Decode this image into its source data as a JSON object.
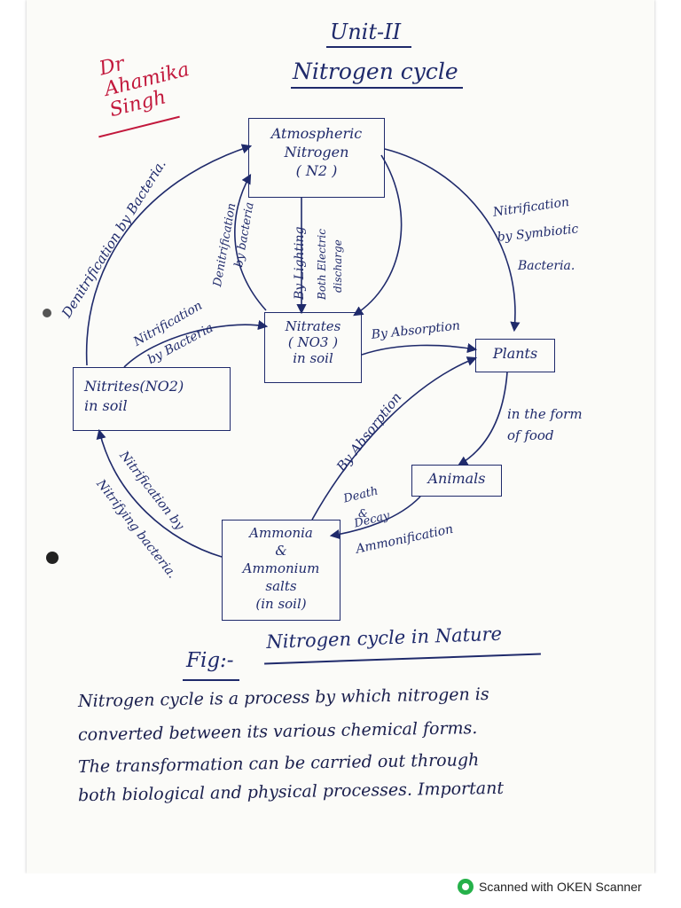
{
  "header": {
    "unit": "Unit-II",
    "title": "Nitrogen cycle",
    "author": "Dr Ahamika Singh"
  },
  "nodes": {
    "atmospheric": "Atmospheric\nNitrogen\n( N2 )",
    "nitrates": "Nitrates\n( NO3 )\nin soil",
    "nitrites": "Nitrites(NO2)\nin soil",
    "plants": "Plants",
    "animals": "Animals",
    "ammonia": "Ammonia\n&\nAmmonium\nsalts\n(in soil)"
  },
  "edges": {
    "denitrification_left": "Denitrification by Bacteria.",
    "denitrification_inner": "Denitrification",
    "by_bacteria_inner": "by bacteria",
    "by_lighting": "By Lighting",
    "electric": "Both Electric",
    "discharge": "discharge",
    "nitrification_top": "Nitrification",
    "nitrification_top2": "by Bacteria",
    "symbiotic1": "Nitrification",
    "symbiotic2": "by Symbiotic",
    "symbiotic3": "Bacteria.",
    "absorption1": "By Absorption",
    "absorption2": "By Absorption",
    "food1": "in the form",
    "food2": "of food",
    "death1": "Death",
    "death2": "&",
    "death3": "Decay",
    "ammonification": "Ammonification",
    "nitrif_bottom1": "Nitrification by",
    "nitrif_bottom2": "Nitrifying bacteria."
  },
  "caption": {
    "fig": "Fig:-",
    "text": "Nitrogen cycle in Nature"
  },
  "paragraph": [
    "Nitrogen cycle is a process by which nitrogen is",
    "converted between its various chemical forms.",
    "The transformation can be carried out through",
    "both biological and physical processes. Important"
  ],
  "footer": {
    "scanner": "Scanned with OKEN Scanner"
  },
  "colors": {
    "ink": "#1f2a6b",
    "red_ink": "#c2183c",
    "brand": "#26b14a"
  }
}
